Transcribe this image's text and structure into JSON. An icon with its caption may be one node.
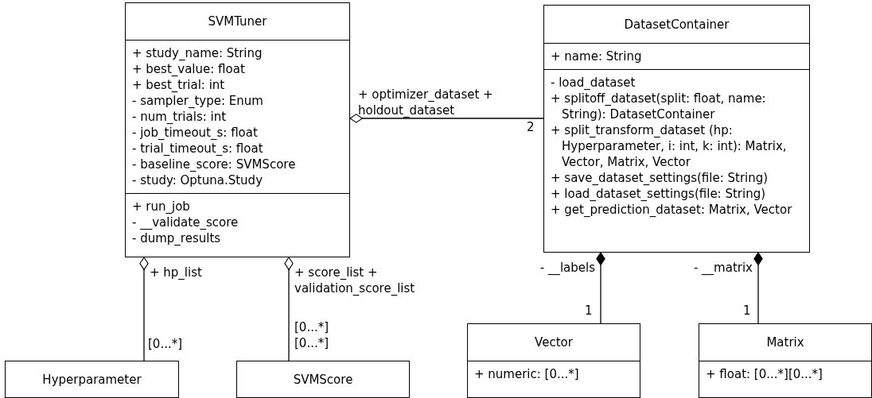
{
  "diagram": {
    "nodes": [
      {
        "text": [
          "SVMTuner"
        ]
      },
      {
        "text": [
          "+ study_name: String",
          "+ best_value: float",
          "+ best_trial: int",
          "- sampler_type: Enum",
          "- num_trials: int",
          "- job_timeout_s: float",
          "- trial_timeout_s: float",
          "- baseline_score: SVMScore",
          "- study: Optuna.Study"
        ],
        "in": 0
      },
      {
        "text": [
          "+ run_job",
          "- __validate_score",
          "- dump_results"
        ],
        "in": 0
      },
      {
        "text": [
          "DatasetContainer"
        ]
      },
      {
        "text": [
          "+ name: String"
        ],
        "in": 3
      },
      {
        "text": [
          "- load_dataset",
          "+ splitoff_dataset(split: float, name: String): DatasetContainer",
          "+ split_transform_dataset (hp: Hyperparameter, i: int, k: int): Matrix, Vector, Matrix, Vector",
          "+ save_dataset_settings(file: String)",
          "+ load_dataset_settings(file: String)",
          "+ get_prediction_dataset: Matrix, Vector"
        ],
        "in": 3
      },
      {
        "text": [
          "Hyperparameter"
        ]
      },
      {
        "text": [
          "SVMScore"
        ]
      },
      {
        "text": [
          "Vector"
        ]
      },
      {
        "text": [
          "+ numeric: [0...*]"
        ],
        "in": 8
      },
      {
        "text": [
          "Matrix"
        ]
      },
      {
        "text": [
          "+ float: [0...*][0...*]"
        ],
        "in": 10
      }
    ],
    "edges": [
      {
        "from": 0,
        "to": 3,
        "arrow": "other",
        "label": "+ optimizer_dataset + holdout_dataset"
      },
      {
        "from": 0,
        "to": 6,
        "arrow": "other",
        "label": "+ hp_list"
      },
      {
        "from": 0,
        "to": 7,
        "arrow": "other",
        "label": "+ score_list + validation_score_list"
      },
      {
        "from": 3,
        "to": 8,
        "arrow": "other",
        "label": "- __labels"
      },
      {
        "from": 3,
        "to": 10,
        "arrow": "other",
        "label": "- __matrix"
      }
    ],
    "labels": [
      "2",
      "1",
      "1",
      "[0...*]",
      "[0...*]",
      "[0...*]"
    ]
  }
}
